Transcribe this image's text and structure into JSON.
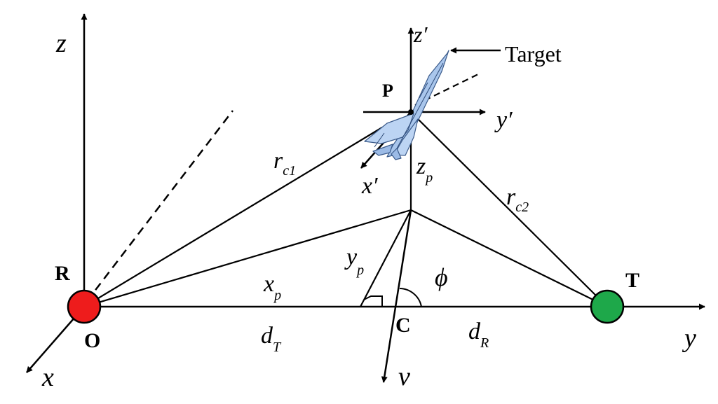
{
  "labels": {
    "R": "R",
    "O": "O",
    "T": "T",
    "C": "C",
    "P": "P",
    "target": "Target",
    "axis_x": "x",
    "axis_y": "y",
    "axis_z": "z",
    "axis_v": "v",
    "axis_x_prime": "x′",
    "axis_y_prime": "y′",
    "axis_z_prime": "z′",
    "r_c1_base": "r",
    "r_c1_sub": "c1",
    "r_c2_base": "r",
    "r_c2_sub": "c2",
    "z_p_base": "z",
    "z_p_sub": "p",
    "y_p_base": "y",
    "y_p_sub": "p",
    "x_p_base": "x",
    "x_p_sub": "p",
    "d_T_base": "d",
    "d_T_sub": "T",
    "d_R_base": "d",
    "d_R_sub": "R",
    "phi": "ϕ"
  },
  "colors": {
    "receiver": "#ee1c1c",
    "transmitter": "#1ea84a",
    "aircraft": "#a9c6ec",
    "line": "#000000"
  }
}
